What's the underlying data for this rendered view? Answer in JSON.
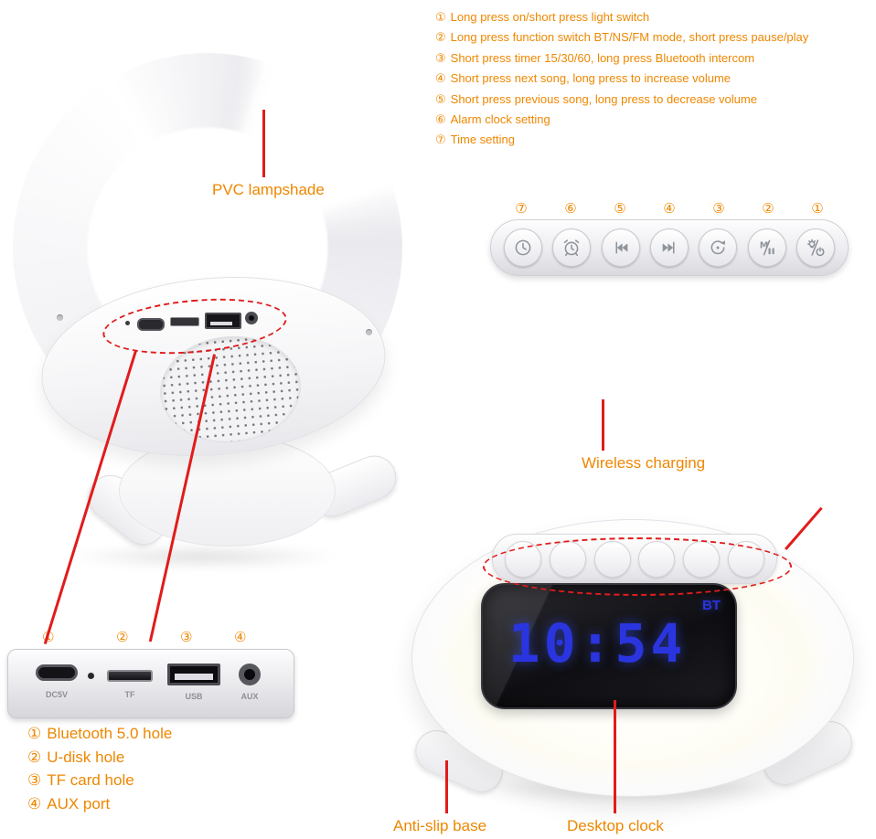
{
  "colors": {
    "accent_orange": "#EE8700",
    "annotation_red": "#E21B1B",
    "display_blue": "#2A35E0",
    "device_white": "#FFFFFF"
  },
  "instructions": {
    "items": [
      {
        "num": "①",
        "text": "Long press on/short press light switch"
      },
      {
        "num": "②",
        "text": "Long press function switch BT/NS/FM mode, short press pause/play"
      },
      {
        "num": "③",
        "text": "Short press timer 15/30/60, long press Bluetooth intercom"
      },
      {
        "num": "④",
        "text": "Short press next song, long press to increase volume"
      },
      {
        "num": "⑤",
        "text": "Short press previous song, long press to decrease volume"
      },
      {
        "num": "⑥",
        "text": "Alarm clock setting"
      },
      {
        "num": "⑦",
        "text": "Time setting"
      }
    ]
  },
  "control_panel": {
    "buttons": [
      {
        "num": "⑦",
        "icon": "clock-icon"
      },
      {
        "num": "⑥",
        "icon": "alarm-icon"
      },
      {
        "num": "⑤",
        "icon": "previous-track-icon"
      },
      {
        "num": "④",
        "icon": "next-track-icon"
      },
      {
        "num": "③",
        "icon": "timer-icon"
      },
      {
        "num": "②",
        "icon": "mode-pause-icon"
      },
      {
        "num": "①",
        "icon": "light-power-icon"
      }
    ]
  },
  "callouts": {
    "pvc_lampshade": "PVC lampshade",
    "wireless_charging": "Wireless charging",
    "anti_slip_base": "Anti-slip base",
    "desktop_clock": "Desktop clock"
  },
  "clock_display": {
    "time": "10:54",
    "mode": "BT"
  },
  "ports_closeup": {
    "ports": [
      {
        "num": "①",
        "label": "DC5V"
      },
      {
        "num": "②",
        "label": "TF"
      },
      {
        "num": "③",
        "label": "USB"
      },
      {
        "num": "④",
        "label": "AUX"
      }
    ],
    "legend": [
      {
        "num": "①",
        "text": "Bluetooth 5.0 hole"
      },
      {
        "num": "②",
        "text": "U-disk hole"
      },
      {
        "num": "③",
        "text": "TF card hole"
      },
      {
        "num": "④",
        "text": "AUX port"
      }
    ]
  }
}
